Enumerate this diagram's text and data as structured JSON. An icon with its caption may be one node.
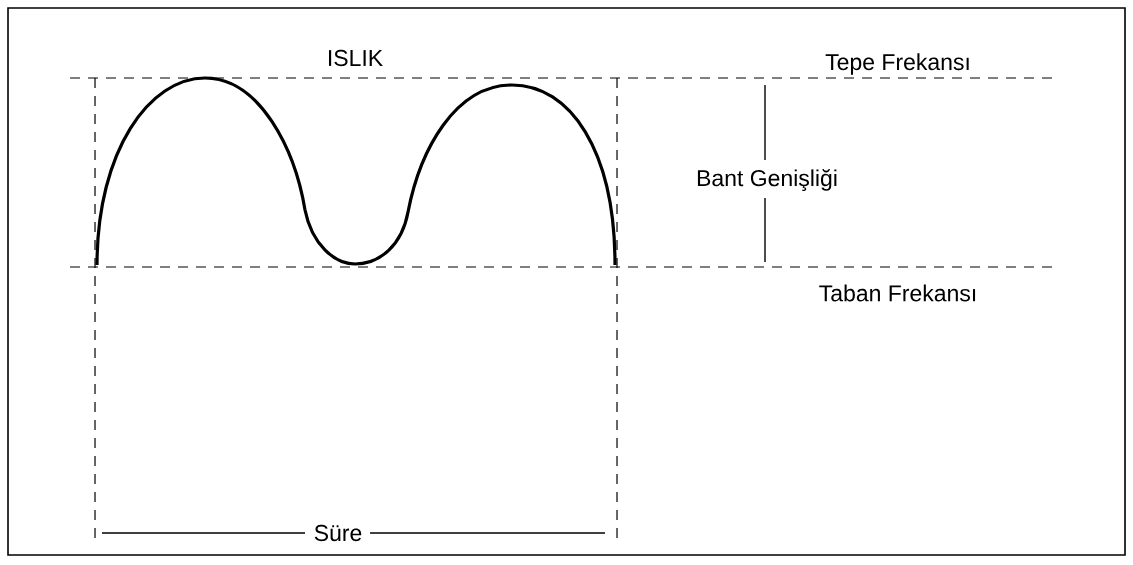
{
  "diagram": {
    "title": "ISLIK",
    "labels": [
      "Tepe Frekansı",
      "Bant Genişliği",
      "Taban Frekansı",
      "Süre"
    ]
  }
}
